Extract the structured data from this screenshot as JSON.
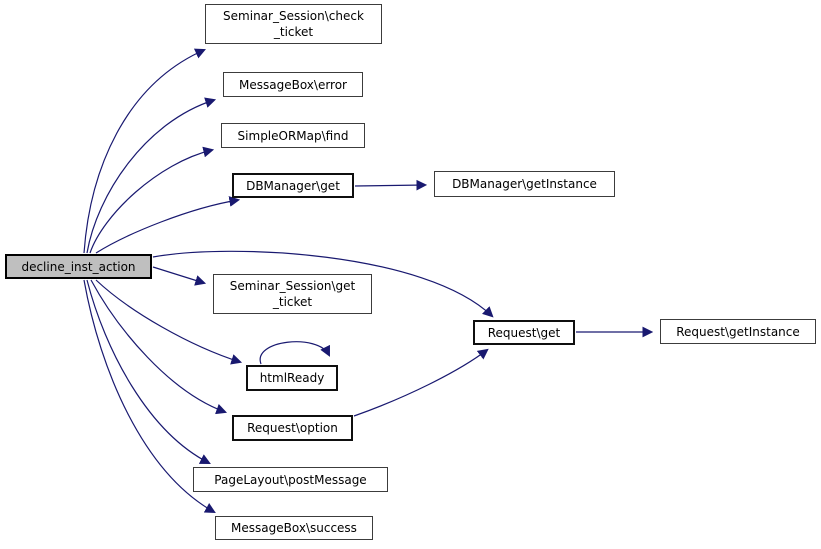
{
  "graph": {
    "type": "call-graph",
    "edge_color": "#191970",
    "node_fill": "#ffffff",
    "node_border_color": "#3c3c3c",
    "highlight_fill": "#bfbfbf",
    "root": "decline_inst_action",
    "nodes": [
      {
        "id": "decline_inst_action",
        "label": "decline_inst_action",
        "highlighted": true
      },
      {
        "id": "seminar_session_check_ticket",
        "label": "Seminar_Session\\check_ticket",
        "lines": [
          "Seminar_Session\\check",
          "_ticket"
        ]
      },
      {
        "id": "messagebox_error",
        "label": "MessageBox\\error"
      },
      {
        "id": "simpleormap_find",
        "label": "SimpleORMap\\find"
      },
      {
        "id": "dbmanager_get",
        "label": "DBManager\\get",
        "emphasized": true
      },
      {
        "id": "dbmanager_getinstance",
        "label": "DBManager\\getInstance"
      },
      {
        "id": "seminar_session_get_ticket",
        "label": "Seminar_Session\\get_ticket",
        "lines": [
          "Seminar_Session\\get",
          "_ticket"
        ]
      },
      {
        "id": "htmlready",
        "label": "htmlReady",
        "emphasized": true
      },
      {
        "id": "request_get",
        "label": "Request\\get",
        "emphasized": true
      },
      {
        "id": "request_getinstance",
        "label": "Request\\getInstance"
      },
      {
        "id": "request_option",
        "label": "Request\\option",
        "emphasized": true
      },
      {
        "id": "pagelayout_postmessage",
        "label": "PageLayout\\postMessage"
      },
      {
        "id": "messagebox_success",
        "label": "MessageBox\\success"
      }
    ],
    "edges": [
      {
        "from": "decline_inst_action",
        "to": "seminar_session_check_ticket"
      },
      {
        "from": "decline_inst_action",
        "to": "messagebox_error"
      },
      {
        "from": "decline_inst_action",
        "to": "simpleormap_find"
      },
      {
        "from": "decline_inst_action",
        "to": "dbmanager_get"
      },
      {
        "from": "decline_inst_action",
        "to": "request_get"
      },
      {
        "from": "decline_inst_action",
        "to": "seminar_session_get_ticket"
      },
      {
        "from": "decline_inst_action",
        "to": "htmlready"
      },
      {
        "from": "decline_inst_action",
        "to": "request_option"
      },
      {
        "from": "decline_inst_action",
        "to": "pagelayout_postmessage"
      },
      {
        "from": "decline_inst_action",
        "to": "messagebox_success"
      },
      {
        "from": "dbmanager_get",
        "to": "dbmanager_getinstance"
      },
      {
        "from": "request_get",
        "to": "request_getinstance"
      },
      {
        "from": "request_option",
        "to": "request_get"
      },
      {
        "from": "htmlready",
        "to": "htmlready"
      }
    ]
  }
}
